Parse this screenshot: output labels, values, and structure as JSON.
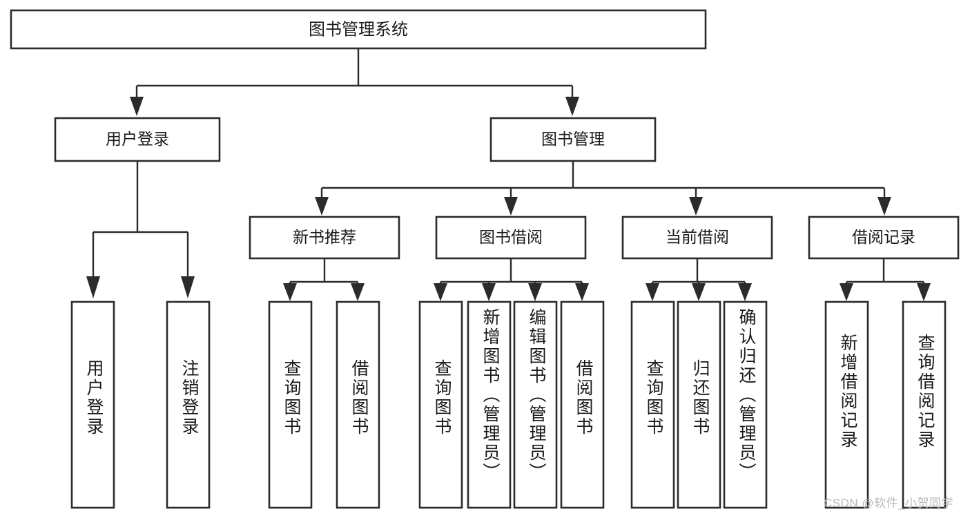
{
  "diagram": {
    "type": "tree",
    "title": "图书管理系统",
    "watermark": "CSDN @软件_小贺同学",
    "colors": {
      "stroke": "#2b2b2b",
      "fill": "#ffffff",
      "text": "#1a1a1a",
      "watermark": "#b9b9b9",
      "background": "#ffffff"
    },
    "root": {
      "label": "图书管理系统"
    },
    "level2": [
      {
        "label": "用户登录"
      },
      {
        "label": "图书管理"
      }
    ],
    "level3": [
      {
        "label": "新书推荐"
      },
      {
        "label": "图书借阅"
      },
      {
        "label": "当前借阅"
      },
      {
        "label": "借阅记录"
      }
    ],
    "leaves": {
      "user_login": [
        {
          "label": "用户登录"
        },
        {
          "label": "注销登录"
        }
      ],
      "new_book_recommend": [
        {
          "label": "查询图书"
        },
        {
          "label": "借阅图书"
        }
      ],
      "book_borrow": [
        {
          "label": "查询图书"
        },
        {
          "label": "新增图书（管理员）"
        },
        {
          "label": "编辑图书（管理员）"
        },
        {
          "label": "借阅图书"
        }
      ],
      "current_borrow": [
        {
          "label": "查询图书"
        },
        {
          "label": "归还图书"
        },
        {
          "label": "确认归还（管理员）"
        }
      ],
      "borrow_record": [
        {
          "label": "新增借阅记录"
        },
        {
          "label": "查询借阅记录"
        }
      ]
    }
  }
}
